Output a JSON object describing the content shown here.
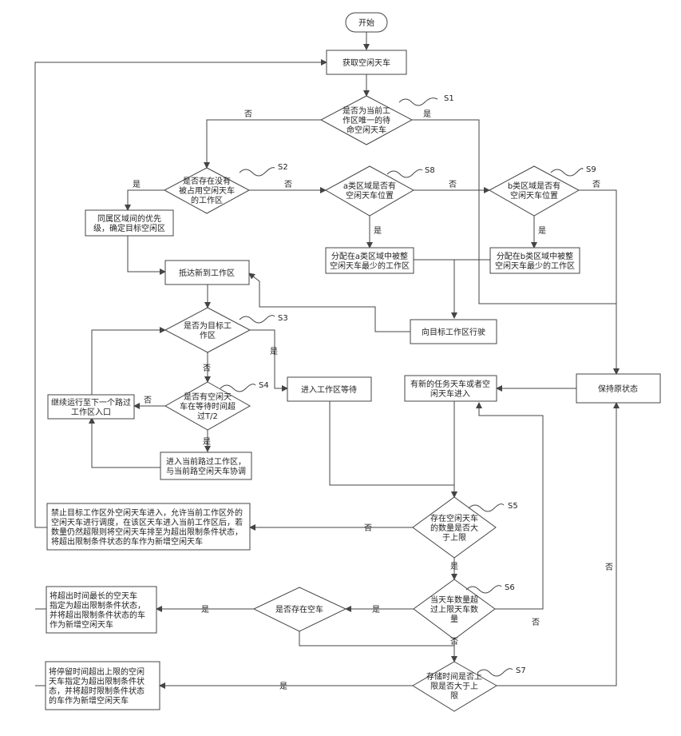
{
  "start": "开始",
  "nodes": {
    "n_find": "获取空闲天车",
    "d1": [
      "是否为当前工",
      "作区唯一的待",
      "命空闲天车"
    ],
    "d2": [
      "是否存在没有",
      "被占用空闲天车",
      "的工作区"
    ],
    "d3": [
      "a类区域是否有",
      "空闲天车位置"
    ],
    "d4": [
      "b类区域是否有",
      "空闲天车位置"
    ],
    "b_priority": [
      "同属区域间的优先",
      "级，确定目标空闲区"
    ],
    "b_alloc_a": [
      "分配在a类区域中被整",
      "空闲天车最少的工作区"
    ],
    "b_alloc_b": [
      "分配在b类区域中被整",
      "空闲天车最少的工作区"
    ],
    "b_arrive": "抵达新到工作区",
    "b_goto": "向目标工作区行驶",
    "d5": [
      "是否为目标工",
      "作区"
    ],
    "d6": [
      "是否有空闲天",
      "车在等待时间超",
      "过T/2"
    ],
    "b_next": [
      "继续运行至下一个路过",
      "工作区入口"
    ],
    "b_enter_wait": [
      "进入当前路过工作区，",
      "与当前路空闲天车协调"
    ],
    "b_enter": "进入工作区等待",
    "b_task": [
      "有新的任务天车或者空",
      "闲天车进入"
    ],
    "b_keep": "保持原状态",
    "d7": [
      "存在空闲天车",
      "的数量是否大",
      "于上限"
    ],
    "b_forbid": [
      "禁止目标工作区外空闲天车进入，允许当前工作区外的",
      "空闲天车进行调度，在该区天车进入当前工作区后，若",
      "数量仍然超限则将空闲天车排至为超出限制条件状态，",
      "将超出限制条件状态的车作为新增空闲天车"
    ],
    "d8": [
      "当天车数量超",
      "过上限天车数",
      "量"
    ],
    "d9": "是否存在空车",
    "b_mark": [
      "将超出时间最长的空天车",
      "指定为超出限制条件状态，",
      "并将超出限制条件状态的车",
      "作为新增空闲天车"
    ],
    "d10": [
      "存储时间是否上",
      "限是否大于上",
      "限"
    ],
    "b_final": [
      "将停留时间超出上限的空闲",
      "天车指定为超出限制条件状",
      "态，并将超时限制条件状态",
      "的车作为新增空闲天车"
    ]
  },
  "labels": {
    "s1": "S1",
    "s2": "S2",
    "s3": "S3",
    "s4": "S4",
    "s5": "S5",
    "s6": "S6",
    "s7": "S7",
    "s8": "S8",
    "s9": "S9",
    "yes": "是",
    "no": "否"
  }
}
